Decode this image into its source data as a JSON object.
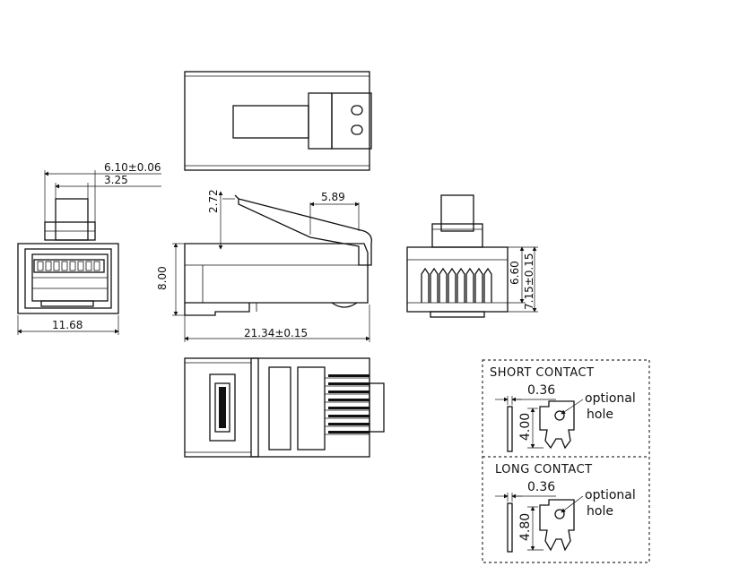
{
  "dimensions": {
    "top_width": "6.10±0.06",
    "top_inner": "3.25",
    "front_width": "11.68",
    "side_height": "8.00",
    "latch_height": "2.72",
    "latch_width": "5.89",
    "length": "21.34±0.15",
    "pin_h1": "6.60",
    "pin_h2": "7.15±0.15"
  },
  "short_contact": {
    "title": "SHORT CONTACT",
    "thickness": "0.36",
    "height": "4.00",
    "note_line1": "optional",
    "note_line2": "hole"
  },
  "long_contact": {
    "title": "LONG CONTACT",
    "thickness": "0.36",
    "height": "4.80",
    "note_line1": "optional",
    "note_line2": "hole"
  }
}
